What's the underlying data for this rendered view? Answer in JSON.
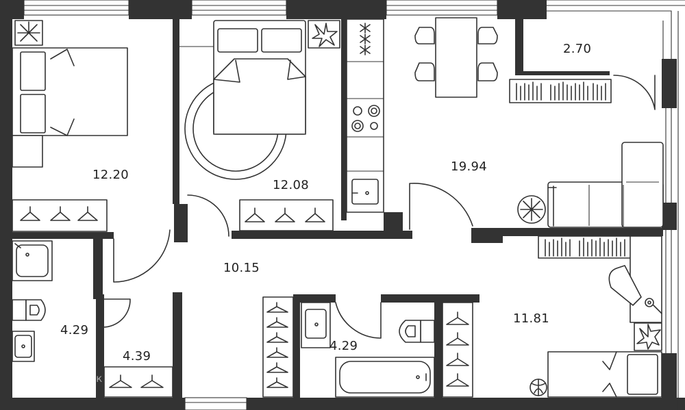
{
  "watermark": "ДомКлик",
  "rooms": [
    {
      "id": "bedroom-left",
      "area": "12.20"
    },
    {
      "id": "bedroom-middle",
      "area": "12.08"
    },
    {
      "id": "living-kitchen",
      "area": "19.94"
    },
    {
      "id": "storage",
      "area": "2.70"
    },
    {
      "id": "hallway",
      "area": "10.15"
    },
    {
      "id": "bathroom-left",
      "area": "4.29"
    },
    {
      "id": "wardrobe",
      "area": "4.39"
    },
    {
      "id": "bathroom-right",
      "area": "4.29"
    },
    {
      "id": "bedroom-right",
      "area": "11.81"
    }
  ]
}
